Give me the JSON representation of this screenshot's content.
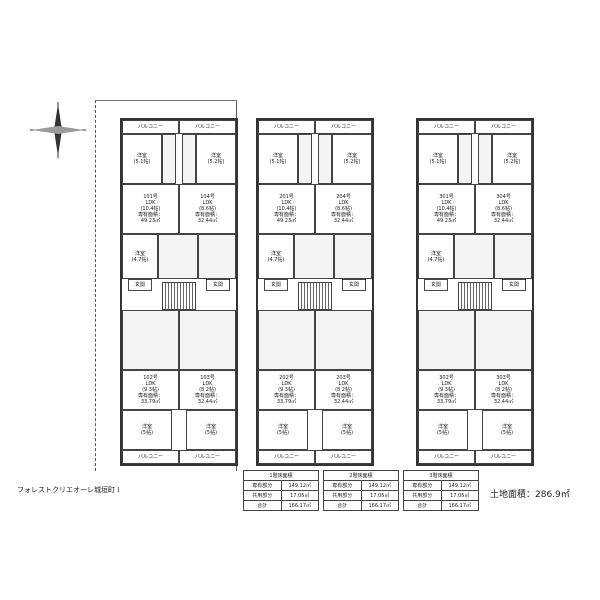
{
  "property_title": "フォレストクリエオーレ城垣町 I",
  "land_area": "土地面積：286.9㎡",
  "labels": {
    "balcony": "バルコニー",
    "western": "洋室",
    "ldk": "LDK",
    "entrance": "玄関",
    "area_prefix": "専有面積："
  },
  "floors": [
    {
      "units": [
        {
          "no": "101号",
          "ldk": "(10.4帖)",
          "area": "49.23㎡"
        },
        {
          "no": "104号",
          "ldk": "(8.6帖)",
          "area": "32.44㎡"
        },
        {
          "no": "102号",
          "ldk": "(9.3帖)",
          "area": "33.79㎡"
        },
        {
          "no": "103号",
          "ldk": "(8.2帖)",
          "area": "32.44㎡"
        }
      ]
    },
    {
      "units": [
        {
          "no": "201号",
          "ldk": "(10.4帖)",
          "area": "49.23㎡"
        },
        {
          "no": "204号",
          "ldk": "(8.6帖)",
          "area": "32.44㎡"
        },
        {
          "no": "202号",
          "ldk": "(9.3帖)",
          "area": "33.79㎡"
        },
        {
          "no": "203号",
          "ldk": "(8.2帖)",
          "area": "32.44㎡"
        }
      ]
    },
    {
      "units": [
        {
          "no": "301号",
          "ldk": "(10.4帖)",
          "area": "49.23㎡"
        },
        {
          "no": "304号",
          "ldk": "(8.6帖)",
          "area": "32.44㎡"
        },
        {
          "no": "302号",
          "ldk": "(9.3帖)",
          "area": "33.79㎡"
        },
        {
          "no": "303号",
          "ldk": "(8.2帖)",
          "area": "32.44㎡"
        }
      ]
    }
  ],
  "western_sizes": [
    "(5.1帖)",
    "(5.2帖)",
    "(4.7帖)",
    "(5帖)",
    "(5帖)"
  ],
  "area_tables": [
    {
      "title": "1階床面積",
      "rows": [
        [
          "専有部分",
          "149.12㎡"
        ],
        [
          "共用部分",
          "17.05㎡"
        ],
        [
          "合計",
          "166.17㎡"
        ]
      ]
    },
    {
      "title": "2階床面積",
      "rows": [
        [
          "専有部分",
          "149.12㎡"
        ],
        [
          "共用部分",
          "17.05㎡"
        ],
        [
          "合計",
          "166.17㎡"
        ]
      ]
    },
    {
      "title": "3階床面積",
      "rows": [
        [
          "専有部分",
          "149.12㎡"
        ],
        [
          "共用部分",
          "17.05㎡"
        ],
        [
          "合計",
          "166.17㎡"
        ]
      ]
    }
  ]
}
